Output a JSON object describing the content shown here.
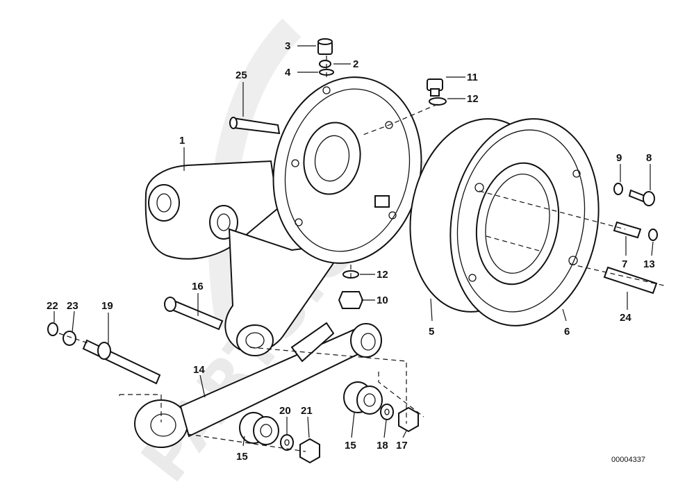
{
  "diagram": {
    "reference_code": "00004337",
    "watermark_text": "PARTS.COM",
    "parts": [
      {
        "id": "p1",
        "label": "1"
      },
      {
        "id": "p2",
        "label": "2"
      },
      {
        "id": "p3",
        "label": "3"
      },
      {
        "id": "p4",
        "label": "4"
      },
      {
        "id": "p5",
        "label": "5"
      },
      {
        "id": "p6",
        "label": "6"
      },
      {
        "id": "p7",
        "label": "7"
      },
      {
        "id": "p8",
        "label": "8"
      },
      {
        "id": "p9",
        "label": "9"
      },
      {
        "id": "p10",
        "label": "10"
      },
      {
        "id": "p11",
        "label": "11"
      },
      {
        "id": "p12a",
        "label": "12"
      },
      {
        "id": "p12b",
        "label": "12"
      },
      {
        "id": "p13",
        "label": "13"
      },
      {
        "id": "p14",
        "label": "14"
      },
      {
        "id": "p15a",
        "label": "15"
      },
      {
        "id": "p15b",
        "label": "15"
      },
      {
        "id": "p16",
        "label": "16"
      },
      {
        "id": "p17",
        "label": "17"
      },
      {
        "id": "p18",
        "label": "18"
      },
      {
        "id": "p19",
        "label": "19"
      },
      {
        "id": "p20",
        "label": "20"
      },
      {
        "id": "p21",
        "label": "21"
      },
      {
        "id": "p22",
        "label": "22"
      },
      {
        "id": "p23",
        "label": "23"
      },
      {
        "id": "p24",
        "label": "24"
      },
      {
        "id": "p25",
        "label": "25"
      }
    ]
  }
}
